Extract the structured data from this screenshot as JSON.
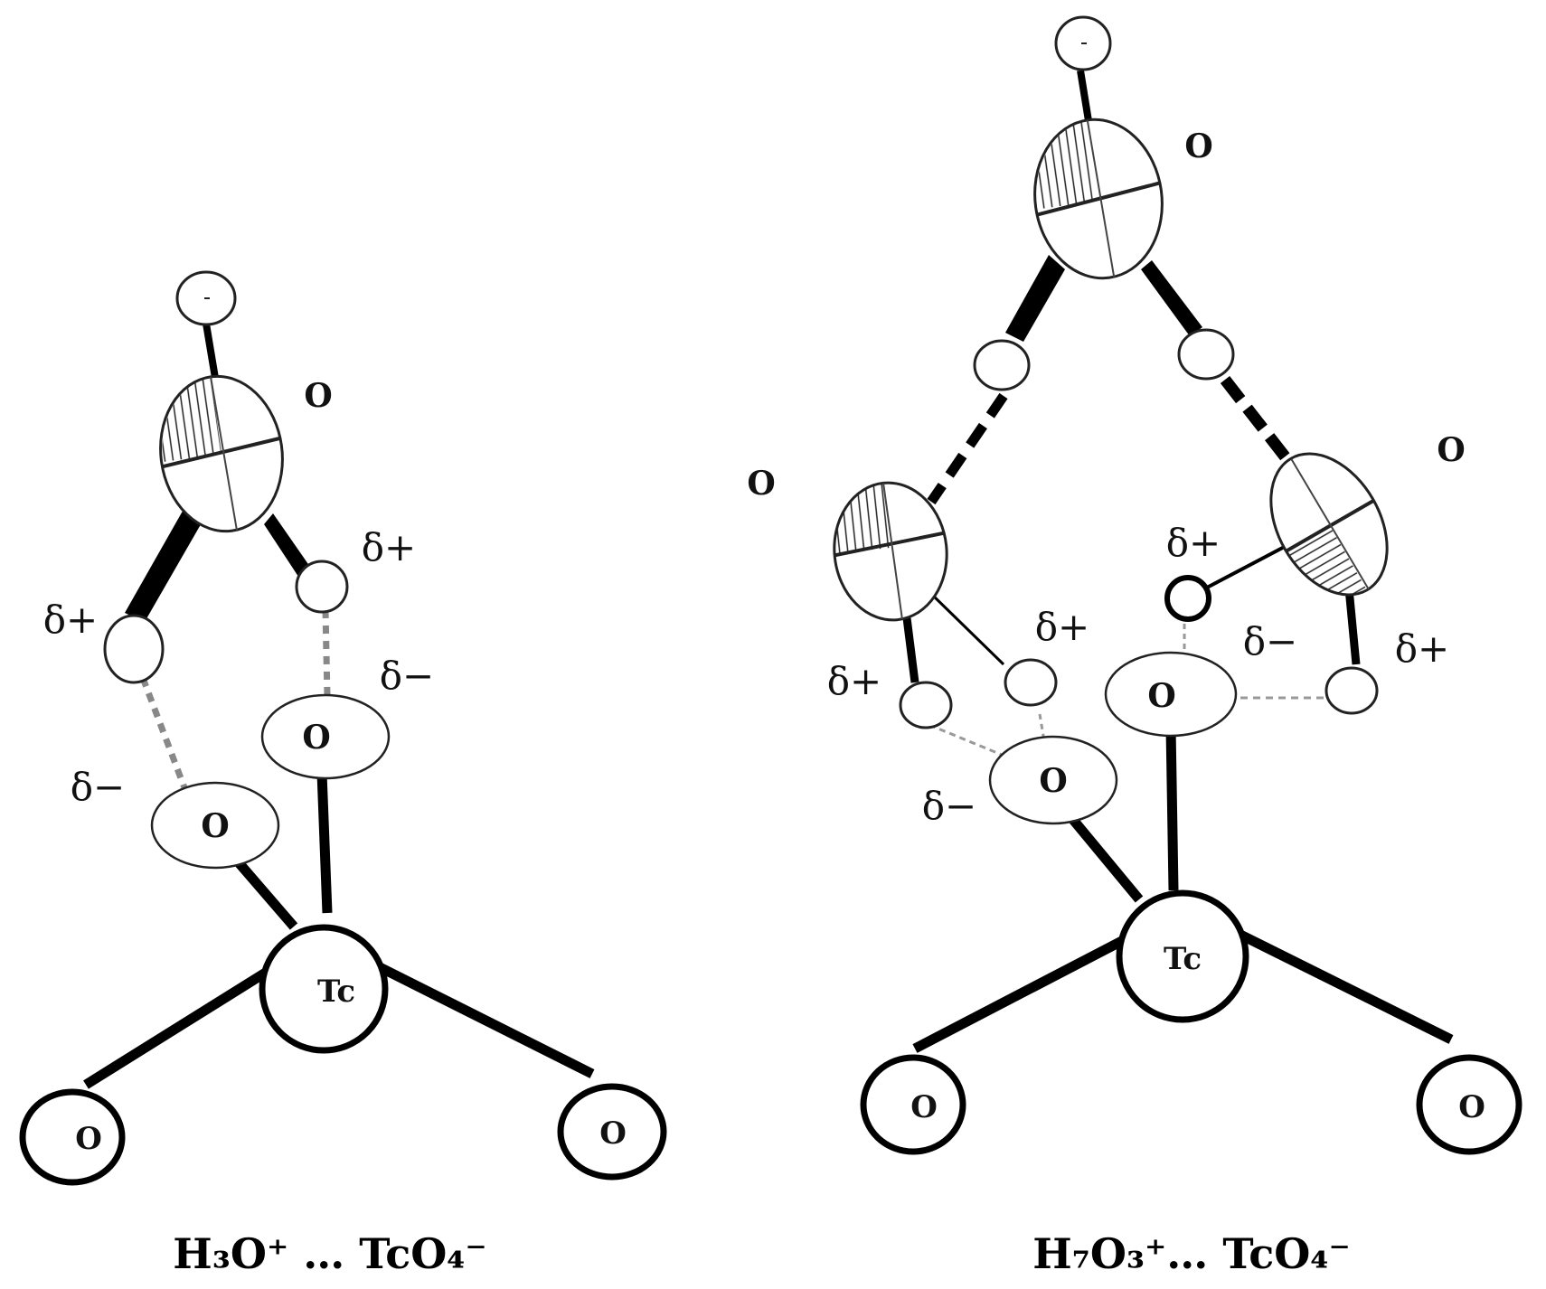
{
  "labels": {
    "oxygen": "O",
    "technetium": "Tc",
    "delta_plus": "δ+",
    "delta_minus": "δ−"
  },
  "captions": {
    "left": "H₃O⁺ … TcO₄⁻",
    "right": "H₇O₃⁺… TcO₄⁻"
  },
  "colors": {
    "line": "#000000",
    "h_bond": "#888888",
    "ellipse_stroke": "#222222"
  }
}
